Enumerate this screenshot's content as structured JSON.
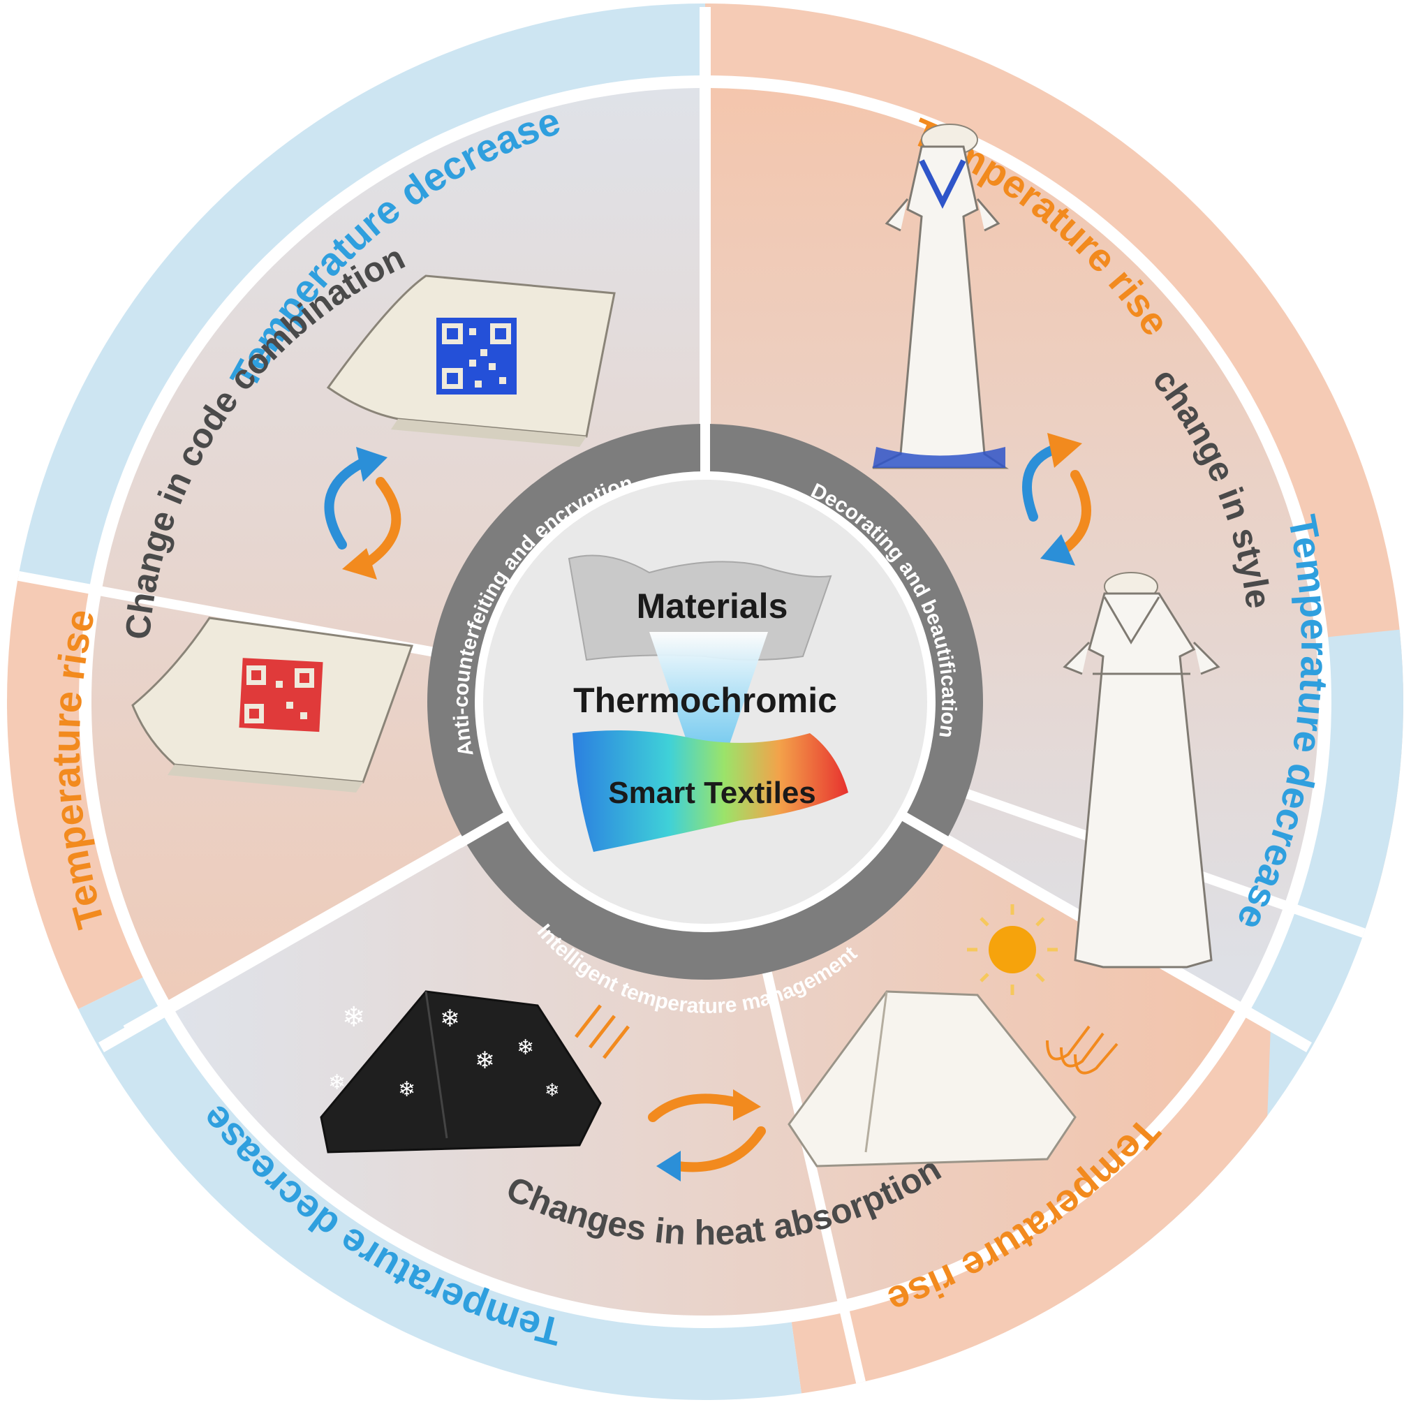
{
  "colors": {
    "warm": "#f5cbb5",
    "cool": "#cde5f2",
    "orange_text": "#f28a1e",
    "blue_text": "#2f9fde",
    "ring_grey": "#7d7d7d",
    "center_bg": "#e9e9e9"
  },
  "outer_ring": {
    "top_left": "Temperature decrease",
    "top_right": "Temperature rise",
    "right": "Temperature decrease",
    "bottom_right": "Temperature rise",
    "bottom_left": "Temperature decrease",
    "left": "Temperature rise"
  },
  "sectors": {
    "left": {
      "change_label": "Change in code combination",
      "application": "Anti-counterfeiting and encryption"
    },
    "right": {
      "change_label": "change in style",
      "application": "Decorating and beautification"
    },
    "bottom": {
      "change_label": "Changes in heat absorption",
      "application": "Intelligent temperature management"
    }
  },
  "center": {
    "line1": "Materials",
    "line2": "Thermochromic",
    "line3": "Smart Textiles"
  },
  "icons": {
    "top_left_image": "qr-code-cloth-blue-icon",
    "left_bottom_image": "qr-code-cloth-red-icon",
    "right_top_image": "patterned-dress-icon",
    "right_bottom_image": "plain-dress-icon",
    "bottom_left_image": "black-tent-snow-icon",
    "bottom_right_image": "white-tent-sun-icon",
    "cycle_arrows": "cycle-arrows-icon"
  }
}
